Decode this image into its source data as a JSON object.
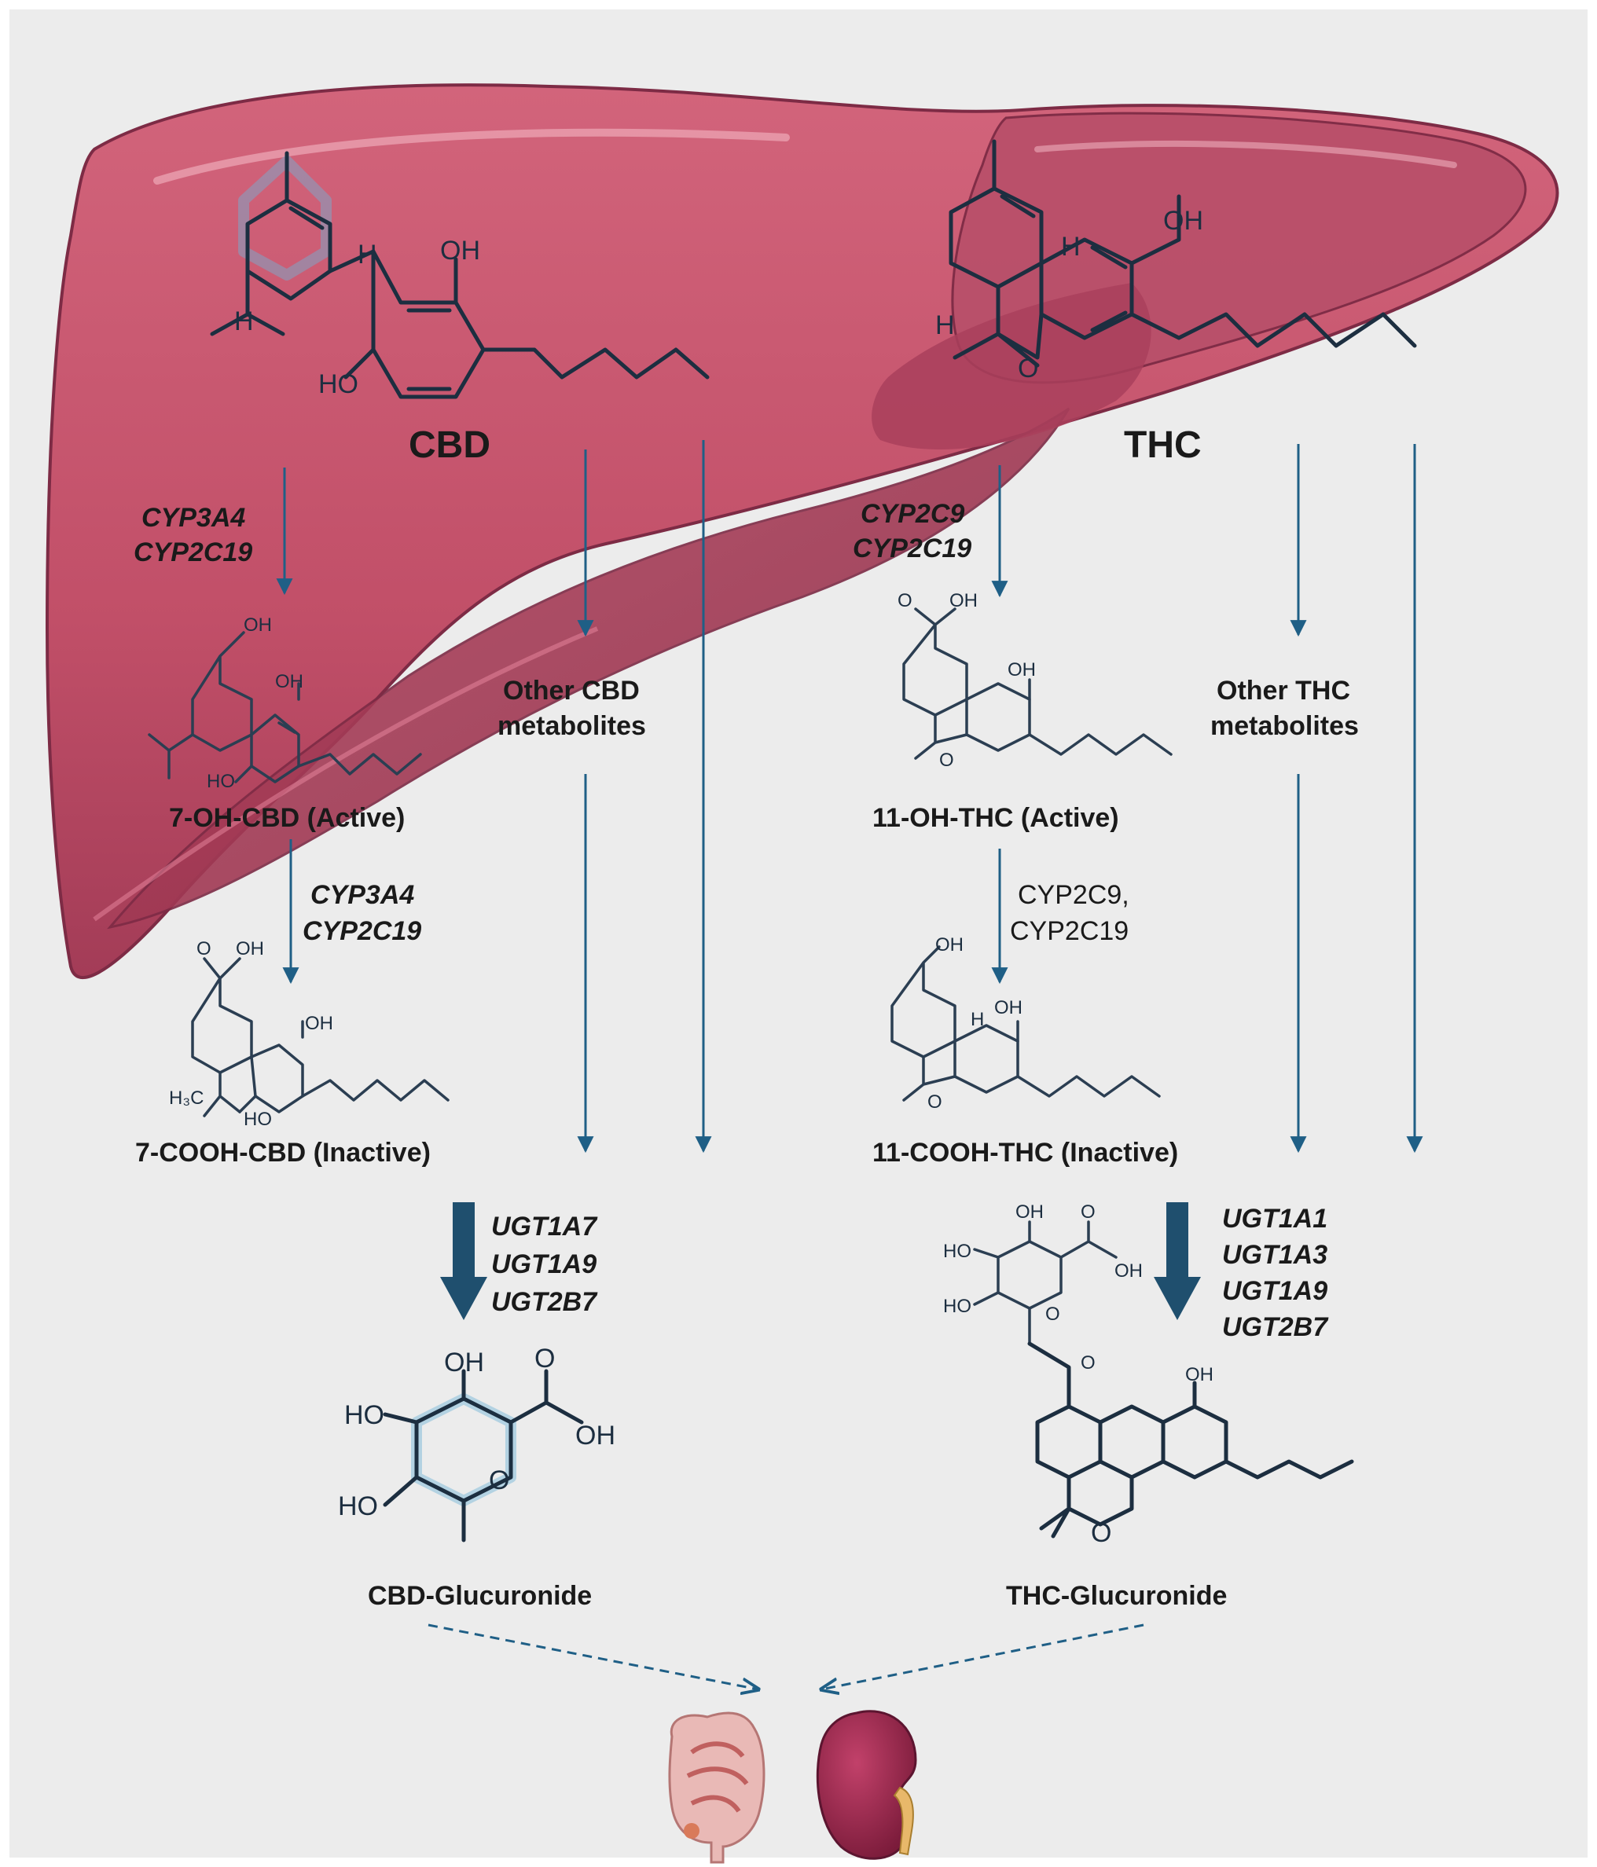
{
  "compounds": {
    "cbd": "CBD",
    "thc": "THC",
    "oh_cbd": "7-OH-CBD (Active)",
    "cooh_cbd": "7-COOH-CBD (Inactive)",
    "oh_thc": "11-OH-THC (Active)",
    "cooh_thc": "11-COOH-THC (Inactive)",
    "cbd_gluc": "CBD-Glucuronide",
    "thc_gluc": "THC-Glucuronide",
    "other_cbd": [
      "Other CBD",
      "metabolites"
    ],
    "other_thc": [
      "Other THC",
      "metabolites"
    ]
  },
  "enzymes": {
    "cbd_step1": [
      "CYP3A4",
      "CYP2C19"
    ],
    "cbd_step2": [
      "CYP3A4",
      "CYP2C19"
    ],
    "thc_step1": [
      "CYP2C9",
      "CYP2C19"
    ],
    "thc_step2": [
      "CYP2C9,",
      "CYP2C19"
    ],
    "cbd_ugt": [
      "UGT1A7",
      "UGT1A9",
      "UGT2B7"
    ],
    "thc_ugt": [
      "UGT1A1",
      "UGT1A3",
      "UGT1A9",
      "UGT2B7"
    ]
  },
  "atoms": {
    "oh": "OH",
    "ho": "HO",
    "h": "H",
    "o": "O",
    "h3c": "H3C"
  },
  "colors": {
    "liver": "#c8566e",
    "liver_dark": "#9e3553",
    "arrow": "#1f5f86",
    "background": "#ececec"
  },
  "icons": [
    "liver-illustration",
    "intestine-icon",
    "kidney-icon"
  ]
}
